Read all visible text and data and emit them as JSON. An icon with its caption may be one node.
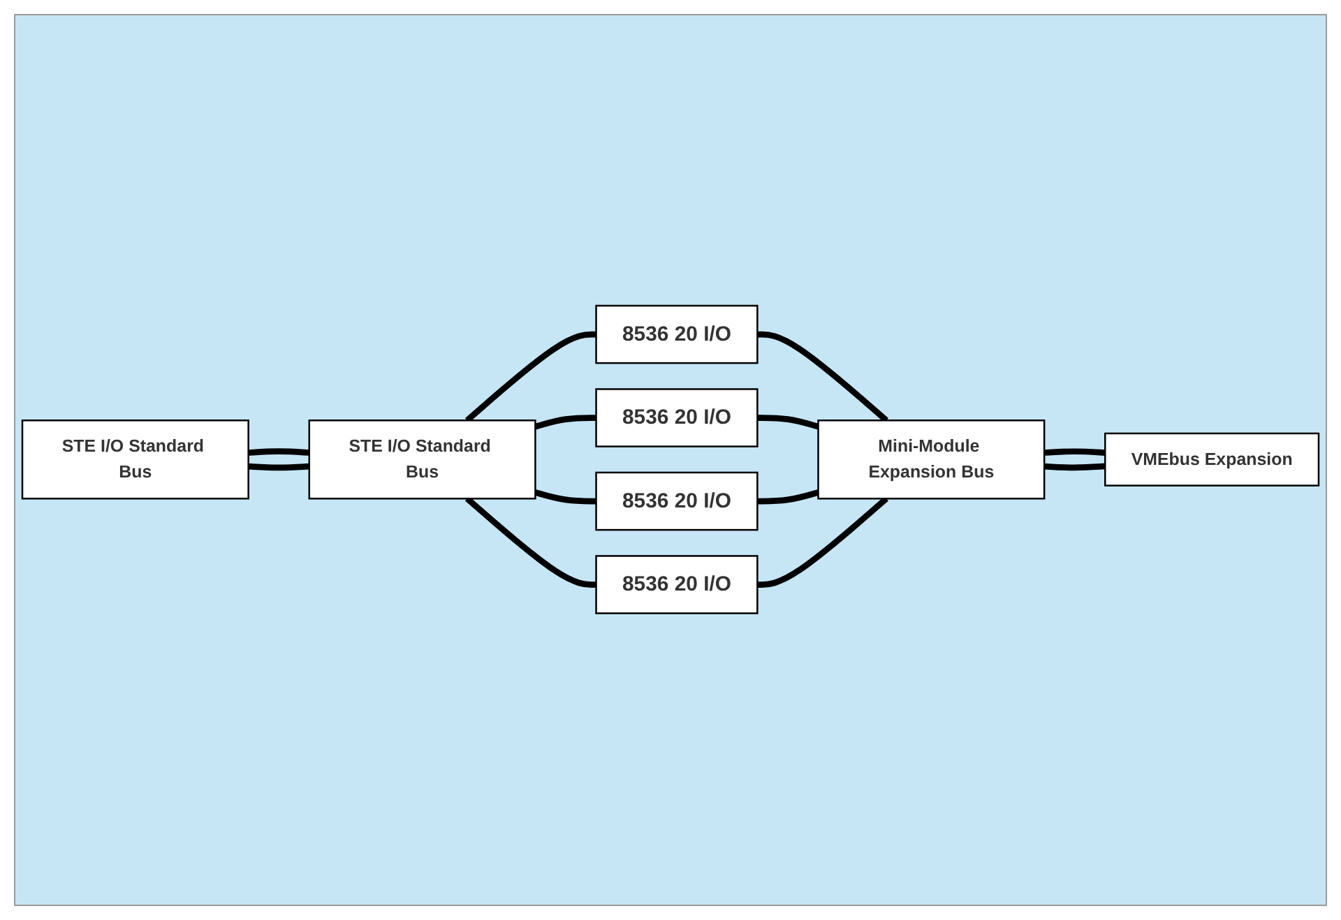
{
  "diagram": {
    "nodes": [
      {
        "text": [
          "STE I/O Standard Bus"
        ]
      },
      {
        "text": [
          "STE I/O Standard Bus"
        ]
      },
      {
        "text": [
          "8536 20 I/O"
        ]
      },
      {
        "text": [
          "8536 20 I/O"
        ]
      },
      {
        "text": [
          "8536 20 I/O"
        ]
      },
      {
        "text": [
          "8536 20 I/O"
        ]
      },
      {
        "text": [
          "Mini-Module Expansion Bus"
        ]
      },
      {
        "text": [
          "VMEbus Expansion"
        ]
      }
    ],
    "edges": [
      {
        "from": 0,
        "to": 1,
        "arrow": "none"
      },
      {
        "from": 1,
        "to": 2,
        "arrow": "none"
      },
      {
        "from": 0,
        "to": 1,
        "arrow": "none"
      },
      {
        "from": 1,
        "to": 3,
        "arrow": "none"
      },
      {
        "from": 1,
        "to": 4,
        "arrow": "none"
      },
      {
        "from": 1,
        "to": 5,
        "arrow": "none"
      },
      {
        "from": 2,
        "to": 6,
        "arrow": "none"
      },
      {
        "from": 3,
        "to": 6,
        "arrow": "none"
      },
      {
        "from": 4,
        "to": 6,
        "arrow": "none"
      },
      {
        "from": 5,
        "to": 6,
        "arrow": "none"
      },
      {
        "from": 6,
        "to": 7,
        "arrow": "none"
      },
      {
        "from": 6,
        "to": 7,
        "arrow": "none"
      }
    ]
  }
}
